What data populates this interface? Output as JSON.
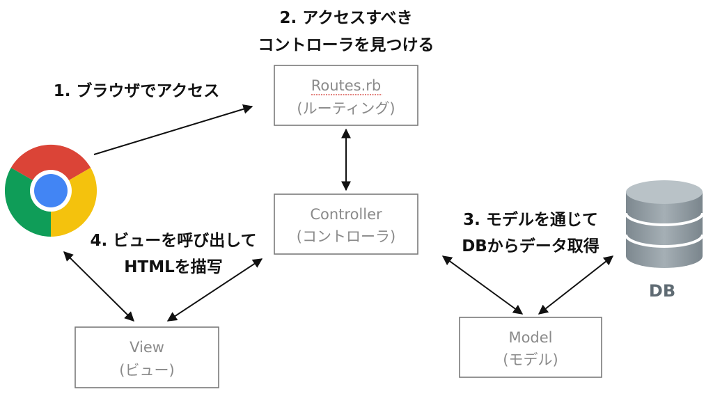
{
  "boxes": {
    "routes": {
      "title": "Routes.rb",
      "subtitle": "(ルーティング)"
    },
    "controller": {
      "title": "Controller",
      "subtitle": "(コントローラ)"
    },
    "view": {
      "title": "View",
      "subtitle": "(ビュー)"
    },
    "model": {
      "title": "Model",
      "subtitle": "(モデル)"
    }
  },
  "labels": {
    "step1": "1. ブラウザでアクセス",
    "step2_line1": "2. アクセスすべき",
    "step2_line2": "コントローラを見つける",
    "step3_line1": "3. モデルを通じて",
    "step3_line2": "DBからデータ取得",
    "step4_line1": "4. ビューを呼び出して",
    "step4_line2": "HTMLを描写"
  },
  "db": {
    "label": "DB"
  },
  "icons": {
    "browser": "chrome-icon",
    "database": "database-icon"
  },
  "colors": {
    "chrome_red": "#db4437",
    "chrome_yellow": "#f4c20d",
    "chrome_green": "#0f9d58",
    "chrome_blue": "#4285f4",
    "db_gray": "#8f9aa1"
  }
}
